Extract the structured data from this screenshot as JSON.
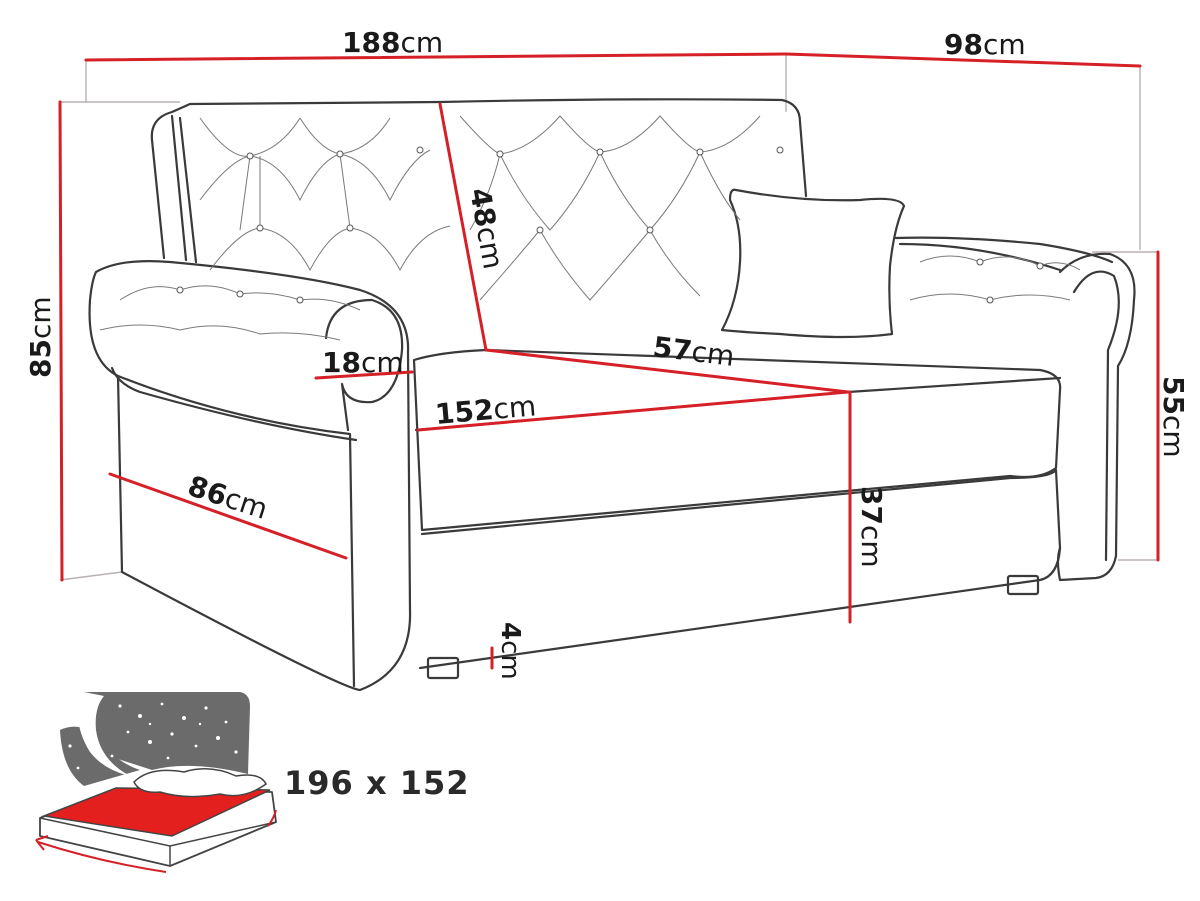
{
  "diagram": {
    "type": "sofa-dimension-drawing",
    "unit": "cm",
    "dimensions": {
      "total_width": "188",
      "depth": "98",
      "total_height": "85",
      "seat_height": "55",
      "backrest_height": "48",
      "armrest_width": "18",
      "seat_depth": "57",
      "seat_width": "152",
      "side_depth": "86",
      "front_height": "37",
      "leg_height": "4"
    },
    "sleeping_area": "196 x 152",
    "colors": {
      "dimension_line": "#d62027",
      "guide_line": "#b8b0b4",
      "outline": "#3a3a3a",
      "bed_fill": "#e4201f",
      "night_bg": "#6b6b6b"
    },
    "icon": "sofa-bed-icon"
  }
}
